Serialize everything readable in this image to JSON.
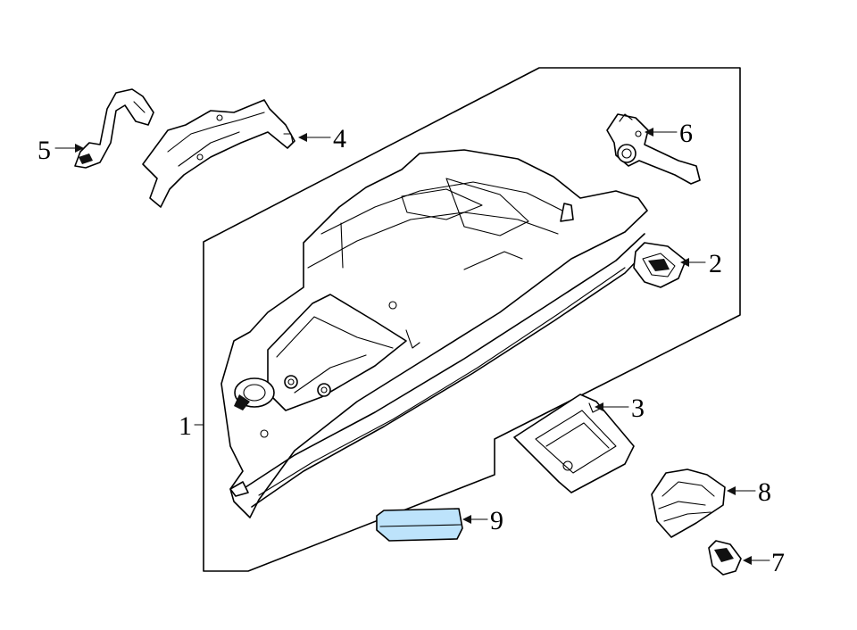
{
  "diagram": {
    "callouts": [
      {
        "id": "1",
        "label": "1"
      },
      {
        "id": "2",
        "label": "2"
      },
      {
        "id": "3",
        "label": "3"
      },
      {
        "id": "4",
        "label": "4"
      },
      {
        "id": "5",
        "label": "5"
      },
      {
        "id": "6",
        "label": "6"
      },
      {
        "id": "7",
        "label": "7"
      },
      {
        "id": "8",
        "label": "8"
      },
      {
        "id": "9",
        "label": "9",
        "highlighted": true
      }
    ],
    "colors": {
      "line": "#000000",
      "background": "#ffffff",
      "highlight": "#bde3fb"
    }
  }
}
